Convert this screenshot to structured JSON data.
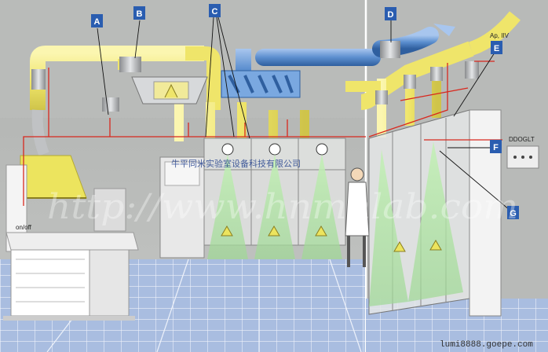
{
  "labels": {
    "a": "A",
    "b": "B",
    "c": "C",
    "d": "D",
    "e": "E",
    "f": "F",
    "g": "G"
  },
  "annotations": {
    "on_off": "on/off",
    "airflow_unit": "Ap, IIV",
    "ddog": "DDOGLT"
  },
  "watermark": {
    "cn_text": "牛平同米实验室设备科技有限公司",
    "latin_text": "http://www.hnmnlab.com"
  },
  "credit": "lumi8888.goepe.com",
  "colors": {
    "duct_yellow": "#f2ea7a",
    "duct_blue": "#5c8fcf",
    "wall_gray": "#b4b6b4",
    "floor_blue": "#a9bde0",
    "red_wire": "#d8281e",
    "airflow_green": "#a8e0a0",
    "label_blue": "#2a5db0"
  }
}
